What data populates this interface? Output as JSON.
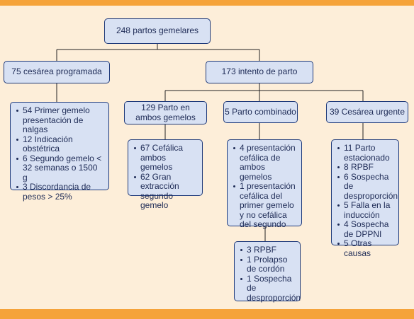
{
  "root": {
    "label": "248 partos gemelares"
  },
  "cesarea_programada": {
    "label": "75 cesárea programada",
    "items": [
      "54 Primer gemelo presentación de nalgas",
      "12 Indicación obstétrica",
      "6 Segundo gemelo < 32 semanas o 1500 g",
      "3 Discordancia de pesos > 25%"
    ]
  },
  "intento_parto": {
    "label": "173 intento de parto"
  },
  "parto_ambos": {
    "label_line1": "129 Parto en",
    "label_line2": "ambos gemelos",
    "items": [
      "67 Cefálica ambos gemelos",
      "62 Gran extracción segundo gemelo"
    ]
  },
  "parto_combinado": {
    "label": "5 Parto combinado",
    "items": [
      "4 presentación cefálica de ambos gemelos",
      "1 presentación cefálica del primer gemelo y no cefálica del segundo"
    ],
    "sub_items": [
      "3 RPBF",
      "1 Prolapso de cordón",
      "1 Sospecha de desproporción"
    ]
  },
  "cesarea_urgente": {
    "label": "39 Cesárea urgente",
    "items": [
      "11 Parto estacionado",
      "8 RPBF",
      "6 Sospecha de desproporción",
      "5 Falla en la inducción",
      "4 Sospecha de DPPNI",
      "5 Otras causas"
    ]
  },
  "colors": {
    "accent": "#f5a33a",
    "background": "#fdeed9",
    "box_fill": "#d8e1f3",
    "box_border": "#1f3a7a",
    "text": "#1d2a55"
  }
}
